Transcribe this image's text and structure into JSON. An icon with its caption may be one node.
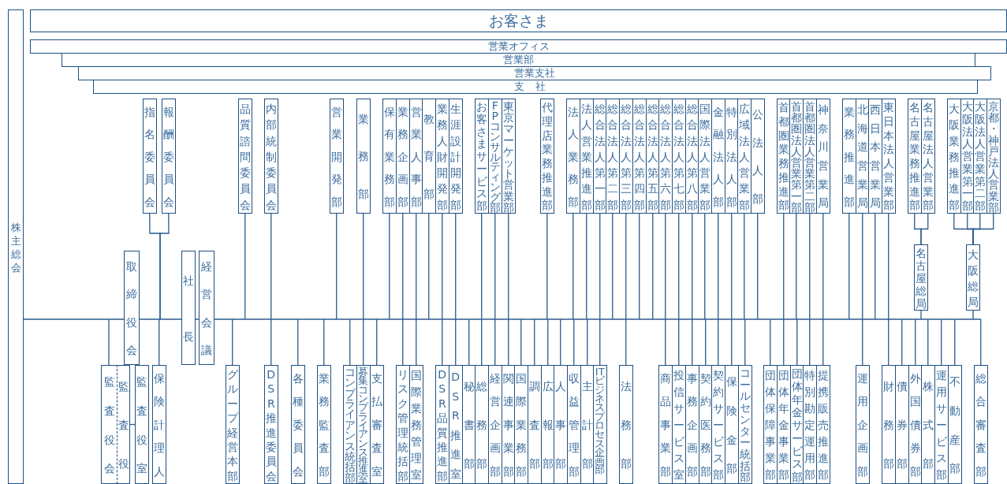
{
  "diagram": {
    "nodes": [
      {
        "text": [
          "お客さま"
        ]
      },
      {
        "text": [
          "営業オフィス"
        ]
      },
      {
        "text": [
          "営業部"
        ]
      },
      {
        "text": [
          "営業支社"
        ]
      },
      {
        "text": [
          "支社"
        ]
      },
      {
        "text": [
          "株主総会"
        ]
      },
      {
        "text": [
          "指名委員会"
        ]
      },
      {
        "text": [
          "報酬委員会"
        ]
      },
      {
        "text": [
          "品質諮問委員会"
        ]
      },
      {
        "text": [
          "内部統制委員会"
        ]
      },
      {
        "text": [
          "営業開発部"
        ]
      },
      {
        "text": [
          "業務部"
        ]
      },
      {
        "text": [
          "保有業務部"
        ]
      },
      {
        "text": [
          "業務企画部"
        ]
      },
      {
        "text": [
          "営業人事部"
        ]
      },
      {
        "text": [
          "教育部"
        ]
      },
      {
        "text": [
          "業務人財開発部"
        ]
      },
      {
        "text": [
          "生涯設計開発部"
        ]
      },
      {
        "text": [
          "お客さまサービス部"
        ]
      },
      {
        "text": [
          "FPコンサルティング部"
        ]
      },
      {
        "text": [
          "東京マーケット営業部"
        ]
      },
      {
        "text": [
          "代理店業務推進部"
        ]
      },
      {
        "text": [
          "法人業務部"
        ]
      },
      {
        "text": [
          "法人営業推進部"
        ]
      },
      {
        "text": [
          "総合法人第一部"
        ]
      },
      {
        "text": [
          "総合法人第二部"
        ]
      },
      {
        "text": [
          "総合法人第三部"
        ]
      },
      {
        "text": [
          "総合法人第四部"
        ]
      },
      {
        "text": [
          "総合法人第五部"
        ]
      },
      {
        "text": [
          "総合法人第六部"
        ]
      },
      {
        "text": [
          "総合法人第七部"
        ]
      },
      {
        "text": [
          "総合法人第八部"
        ]
      },
      {
        "text": [
          "国際法人営業部"
        ]
      },
      {
        "text": [
          "金融法人部"
        ]
      },
      {
        "text": [
          "特別法人部"
        ]
      },
      {
        "text": [
          "広域法人営業部"
        ]
      },
      {
        "text": [
          "公法人部"
        ]
      },
      {
        "text": [
          "首都圏業務推進部"
        ]
      },
      {
        "text": [
          "首都圏法人営業第一部"
        ]
      },
      {
        "text": [
          "首都圏法人営業第二部"
        ]
      },
      {
        "text": [
          "神奈川営業局"
        ]
      },
      {
        "text": [
          "業務推進部"
        ]
      },
      {
        "text": [
          "北海道営業局"
        ]
      },
      {
        "text": [
          "西日本営業局"
        ]
      },
      {
        "text": [
          "東日本法人営業部"
        ]
      },
      {
        "text": [
          "名古屋業務推進部"
        ]
      },
      {
        "text": [
          "名古屋法人営業部"
        ]
      },
      {
        "text": [
          "大阪業務推進部"
        ]
      },
      {
        "text": [
          "大阪法人営業第一部"
        ]
      },
      {
        "text": [
          "大阪法人営業第二部"
        ]
      },
      {
        "text": [
          "京都・神戸法人営業部"
        ]
      },
      {
        "text": [
          "名古屋総局"
        ]
      },
      {
        "text": [
          "大阪総局"
        ]
      },
      {
        "text": [
          "取締役会"
        ]
      },
      {
        "text": [
          "社長"
        ]
      },
      {
        "text": [
          "経営会議"
        ]
      },
      {
        "text": [
          "監査役会"
        ]
      },
      {
        "text": [
          "監査役"
        ]
      },
      {
        "text": [
          "監査役室"
        ]
      },
      {
        "text": [
          "保険計理人"
        ]
      },
      {
        "text": [
          "グループ経営本部"
        ]
      },
      {
        "text": [
          "DSR推進委員会"
        ]
      },
      {
        "text": [
          "各種委員会"
        ]
      },
      {
        "text": [
          "業務監査部"
        ]
      },
      {
        "text": [
          "コンプライアンス統括部"
        ]
      },
      {
        "text": [
          "募集コンプライアンス推進室"
        ]
      },
      {
        "text": [
          "支払審査室"
        ]
      },
      {
        "text": [
          "リスク管理統括部"
        ]
      },
      {
        "text": [
          "国際業務管理室"
        ]
      },
      {
        "text": [
          "DSR品質推進部"
        ]
      },
      {
        "text": [
          "DSR推進室"
        ]
      },
      {
        "text": [
          "秘書部"
        ]
      },
      {
        "text": [
          "総務部"
        ]
      },
      {
        "text": [
          "経営企画部"
        ]
      },
      {
        "text": [
          "関連事業部"
        ]
      },
      {
        "text": [
          "国際業務部"
        ]
      },
      {
        "text": [
          "調査部"
        ]
      },
      {
        "text": [
          "広報部"
        ]
      },
      {
        "text": [
          "人事部"
        ]
      },
      {
        "text": [
          "収益管理部"
        ]
      },
      {
        "text": [
          "主計部"
        ]
      },
      {
        "text": [
          "ITビジネスプロセス企画部"
        ]
      },
      {
        "text": [
          "法務部"
        ]
      },
      {
        "text": [
          "商品事業部"
        ]
      },
      {
        "text": [
          "投信サービス室"
        ]
      },
      {
        "text": [
          "事務企画部"
        ]
      },
      {
        "text": [
          "契約医務部"
        ]
      },
      {
        "text": [
          "契約サービス部"
        ]
      },
      {
        "text": [
          "保険金部"
        ]
      },
      {
        "text": [
          "コールセンター統括部"
        ]
      },
      {
        "text": [
          "団体保障事業部"
        ]
      },
      {
        "text": [
          "団体年金事業部"
        ]
      },
      {
        "text": [
          "団体年金サービス部"
        ]
      },
      {
        "text": [
          "特別勘定運用部"
        ]
      },
      {
        "text": [
          "提携販売推進部"
        ]
      },
      {
        "text": [
          "運用企画部"
        ]
      },
      {
        "text": [
          "財務部"
        ]
      },
      {
        "text": [
          "債券部"
        ]
      },
      {
        "text": [
          "外国債券部"
        ]
      },
      {
        "text": [
          "株式部"
        ]
      },
      {
        "text": [
          "運用サービス部"
        ]
      },
      {
        "text": [
          "不動産部"
        ]
      },
      {
        "text": [
          "総合審査部"
        ]
      }
    ],
    "edges": [
      {
        "from": 5,
        "to": 56,
        "arrow": "none"
      },
      {
        "from": 5,
        "to": 53,
        "arrow": "none"
      },
      {
        "from": 57,
        "to": 58,
        "arrow": "none"
      },
      {
        "from": 53,
        "to": 6,
        "arrow": "none"
      },
      {
        "from": 53,
        "to": 7,
        "arrow": "none"
      },
      {
        "from": 53,
        "to": 59,
        "arrow": "none"
      },
      {
        "from": 53,
        "to": 54,
        "arrow": "none"
      },
      {
        "from": 54,
        "to": 55,
        "arrow": "none"
      },
      {
        "from": 54,
        "to": 8,
        "arrow": "none"
      },
      {
        "from": 54,
        "to": 9,
        "arrow": "none"
      },
      {
        "from": 54,
        "to": 10,
        "arrow": "none"
      },
      {
        "from": 54,
        "to": 11,
        "arrow": "none"
      },
      {
        "from": 54,
        "to": 12,
        "arrow": "none"
      },
      {
        "from": 54,
        "to": 13,
        "arrow": "none"
      },
      {
        "from": 54,
        "to": 14,
        "arrow": "none"
      },
      {
        "from": 54,
        "to": 15,
        "arrow": "none"
      },
      {
        "from": 54,
        "to": 16,
        "arrow": "none"
      },
      {
        "from": 54,
        "to": 17,
        "arrow": "none"
      },
      {
        "from": 54,
        "to": 18,
        "arrow": "none"
      },
      {
        "from": 54,
        "to": 19,
        "arrow": "none"
      },
      {
        "from": 54,
        "to": 20,
        "arrow": "none"
      },
      {
        "from": 54,
        "to": 21,
        "arrow": "none"
      },
      {
        "from": 54,
        "to": 22,
        "arrow": "none"
      },
      {
        "from": 54,
        "to": 23,
        "arrow": "none"
      },
      {
        "from": 54,
        "to": 24,
        "arrow": "none"
      },
      {
        "from": 54,
        "to": 25,
        "arrow": "none"
      },
      {
        "from": 54,
        "to": 26,
        "arrow": "none"
      },
      {
        "from": 54,
        "to": 27,
        "arrow": "none"
      },
      {
        "from": 54,
        "to": 28,
        "arrow": "none"
      },
      {
        "from": 54,
        "to": 29,
        "arrow": "none"
      },
      {
        "from": 54,
        "to": 30,
        "arrow": "none"
      },
      {
        "from": 54,
        "to": 31,
        "arrow": "none"
      },
      {
        "from": 54,
        "to": 32,
        "arrow": "none"
      },
      {
        "from": 54,
        "to": 33,
        "arrow": "none"
      },
      {
        "from": 54,
        "to": 34,
        "arrow": "none"
      },
      {
        "from": 54,
        "to": 35,
        "arrow": "none"
      },
      {
        "from": 54,
        "to": 36,
        "arrow": "none"
      },
      {
        "from": 54,
        "to": 37,
        "arrow": "none"
      },
      {
        "from": 54,
        "to": 38,
        "arrow": "none"
      },
      {
        "from": 54,
        "to": 39,
        "arrow": "none"
      },
      {
        "from": 54,
        "to": 40,
        "arrow": "none"
      },
      {
        "from": 54,
        "to": 41,
        "arrow": "none"
      },
      {
        "from": 54,
        "to": 42,
        "arrow": "none"
      },
      {
        "from": 54,
        "to": 43,
        "arrow": "none"
      },
      {
        "from": 54,
        "to": 44,
        "arrow": "none"
      },
      {
        "from": 54,
        "to": 51,
        "arrow": "none"
      },
      {
        "from": 54,
        "to": 52,
        "arrow": "none"
      },
      {
        "from": 51,
        "to": 45,
        "arrow": "none"
      },
      {
        "from": 51,
        "to": 46,
        "arrow": "none"
      },
      {
        "from": 52,
        "to": 47,
        "arrow": "none"
      },
      {
        "from": 52,
        "to": 48,
        "arrow": "none"
      },
      {
        "from": 52,
        "to": 49,
        "arrow": "none"
      },
      {
        "from": 52,
        "to": 50,
        "arrow": "none"
      },
      {
        "from": 54,
        "to": 60,
        "arrow": "none"
      },
      {
        "from": 54,
        "to": 61,
        "arrow": "none"
      },
      {
        "from": 54,
        "to": 62,
        "arrow": "none"
      },
      {
        "from": 54,
        "to": 63,
        "arrow": "none"
      },
      {
        "from": 54,
        "to": 64,
        "arrow": "none"
      },
      {
        "from": 54,
        "to": 65,
        "arrow": "none"
      },
      {
        "from": 54,
        "to": 66,
        "arrow": "none"
      },
      {
        "from": 54,
        "to": 67,
        "arrow": "none"
      },
      {
        "from": 54,
        "to": 68,
        "arrow": "none"
      },
      {
        "from": 54,
        "to": 69,
        "arrow": "none"
      },
      {
        "from": 54,
        "to": 70,
        "arrow": "none"
      },
      {
        "from": 54,
        "to": 71,
        "arrow": "none"
      },
      {
        "from": 54,
        "to": 72,
        "arrow": "none"
      },
      {
        "from": 54,
        "to": 73,
        "arrow": "none"
      },
      {
        "from": 54,
        "to": 74,
        "arrow": "none"
      },
      {
        "from": 54,
        "to": 75,
        "arrow": "none"
      },
      {
        "from": 54,
        "to": 76,
        "arrow": "none"
      },
      {
        "from": 54,
        "to": 77,
        "arrow": "none"
      },
      {
        "from": 54,
        "to": 78,
        "arrow": "none"
      },
      {
        "from": 54,
        "to": 79,
        "arrow": "none"
      },
      {
        "from": 54,
        "to": 80,
        "arrow": "none"
      },
      {
        "from": 54,
        "to": 81,
        "arrow": "none"
      },
      {
        "from": 54,
        "to": 82,
        "arrow": "none"
      },
      {
        "from": 54,
        "to": 83,
        "arrow": "none"
      },
      {
        "from": 54,
        "to": 84,
        "arrow": "none"
      },
      {
        "from": 54,
        "to": 85,
        "arrow": "none"
      },
      {
        "from": 54,
        "to": 86,
        "arrow": "none"
      },
      {
        "from": 54,
        "to": 87,
        "arrow": "none"
      },
      {
        "from": 54,
        "to": 88,
        "arrow": "none"
      },
      {
        "from": 54,
        "to": 89,
        "arrow": "none"
      },
      {
        "from": 54,
        "to": 90,
        "arrow": "none"
      },
      {
        "from": 54,
        "to": 91,
        "arrow": "none"
      },
      {
        "from": 54,
        "to": 92,
        "arrow": "none"
      },
      {
        "from": 54,
        "to": 93,
        "arrow": "none"
      },
      {
        "from": 54,
        "to": 94,
        "arrow": "none"
      },
      {
        "from": 54,
        "to": 95,
        "arrow": "none"
      },
      {
        "from": 54,
        "to": 96,
        "arrow": "none"
      },
      {
        "from": 54,
        "to": 97,
        "arrow": "none"
      },
      {
        "from": 54,
        "to": 98,
        "arrow": "none"
      },
      {
        "from": 54,
        "to": 99,
        "arrow": "none"
      },
      {
        "from": 54,
        "to": 100,
        "arrow": "none"
      },
      {
        "from": 54,
        "to": 101,
        "arrow": "none"
      },
      {
        "from": 54,
        "to": 102,
        "arrow": "none"
      }
    ]
  }
}
